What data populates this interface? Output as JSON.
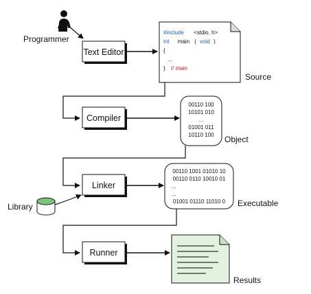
{
  "actors": {
    "programmer": "Programmer",
    "library": "Library"
  },
  "steps": {
    "text_editor": "Text Editor",
    "compiler": "Compiler",
    "linker": "Linker",
    "runner": "Runner"
  },
  "artifacts": {
    "source": "Source",
    "object": "Object",
    "executable": "Executable",
    "results": "Results"
  },
  "source_code": {
    "line1_kw": "#include",
    "line1_rest": "<stdio.    h>",
    "line2_kw": "int",
    "line2_mid": "main",
    "line2_paren_open": "(",
    "line2_void": "void",
    "line2_paren_close": ")",
    "line3": "{",
    "line4": "...",
    "line5_brace": "}",
    "line5_comment": "//   main"
  },
  "object_code": [
    "00110 100",
    "10101 010",
    "...",
    "01001 011",
    "10110 100"
  ],
  "executable_code": [
    "00110 1001 01010 10",
    "00110 0110 10010 01",
    "...",
    "...",
    "01001 01110 11010 0"
  ],
  "colors": {
    "keyword": "#1a5fb4",
    "comment": "#c01c28",
    "library_top": "#7ec27e",
    "results_page": "#e3f1df"
  }
}
